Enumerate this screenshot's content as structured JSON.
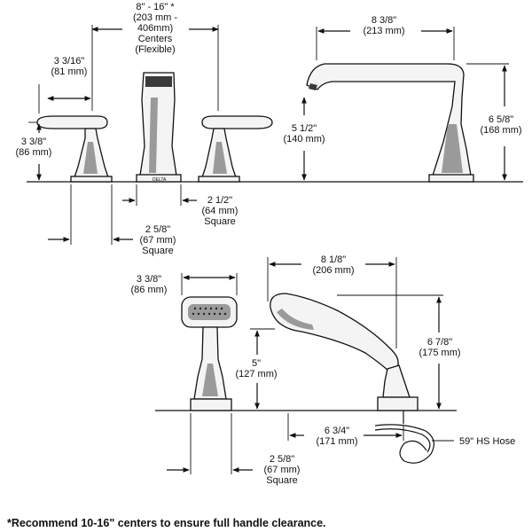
{
  "dimensions": {
    "handle_reach": [
      "3 3/16\"",
      "(81 mm)"
    ],
    "handle_height": [
      "3 3/8\"",
      "(86 mm)"
    ],
    "centers": [
      "8\" - 16\" *",
      "(203 mm -",
      "406mm)",
      "Centers",
      "(Flexible)"
    ],
    "spout_reach": [
      "8 3/8\"",
      "(213 mm)"
    ],
    "spout_clearance": [
      "5 1/2\"",
      "(140 mm)"
    ],
    "spout_height": [
      "6 5/8\"",
      "(168 mm)"
    ],
    "spout_base": [
      "2 1/2\"",
      "(64 mm)",
      "Square"
    ],
    "handle_base": [
      "2 5/8\"",
      "(67 mm)",
      "Square"
    ],
    "handshower_width": [
      "3 3/8\"",
      "(86 mm)"
    ],
    "handshower_length": [
      "8 1/8\"",
      "(206 mm)"
    ],
    "holder_height": [
      "5\"",
      "(127 mm)"
    ],
    "handshower_height": [
      "6 7/8\"",
      "(175 mm)"
    ],
    "hose_offset": [
      "6 3/4\"",
      "(171 mm)"
    ],
    "hose": [
      "59\" HS Hose"
    ],
    "holder_base": [
      "2 5/8\"",
      "(67 mm)",
      "Square"
    ]
  },
  "footnote": "*Recommend 10-16\" centers to ensure full handle clearance."
}
